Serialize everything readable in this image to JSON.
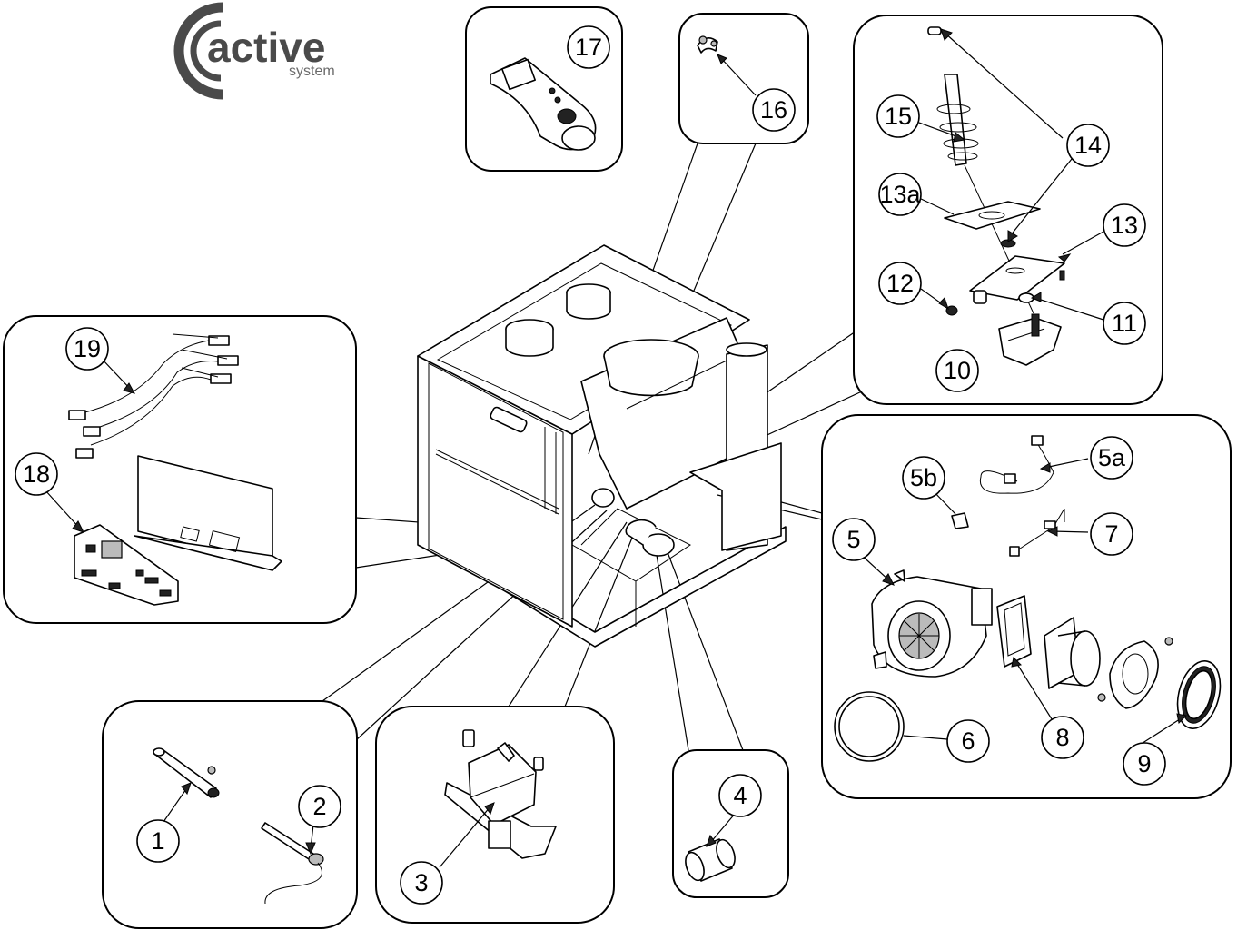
{
  "logo": {
    "word": "active",
    "sub": "system"
  },
  "callouts": {
    "c1": "1",
    "c2": "2",
    "c3": "3",
    "c4": "4",
    "c5": "5",
    "c5a": "5a",
    "c5b": "5b",
    "c6": "6",
    "c7": "7",
    "c8": "8",
    "c9": "9",
    "c10": "10",
    "c11": "11",
    "c12": "12",
    "c13": "13",
    "c13a": "13a",
    "c14": "14",
    "c15": "15",
    "c16": "16",
    "c17": "17",
    "c18": "18",
    "c19": "19"
  },
  "colors": {
    "line": "#000000",
    "logo": "#4a4a4a",
    "background": "#ffffff"
  }
}
